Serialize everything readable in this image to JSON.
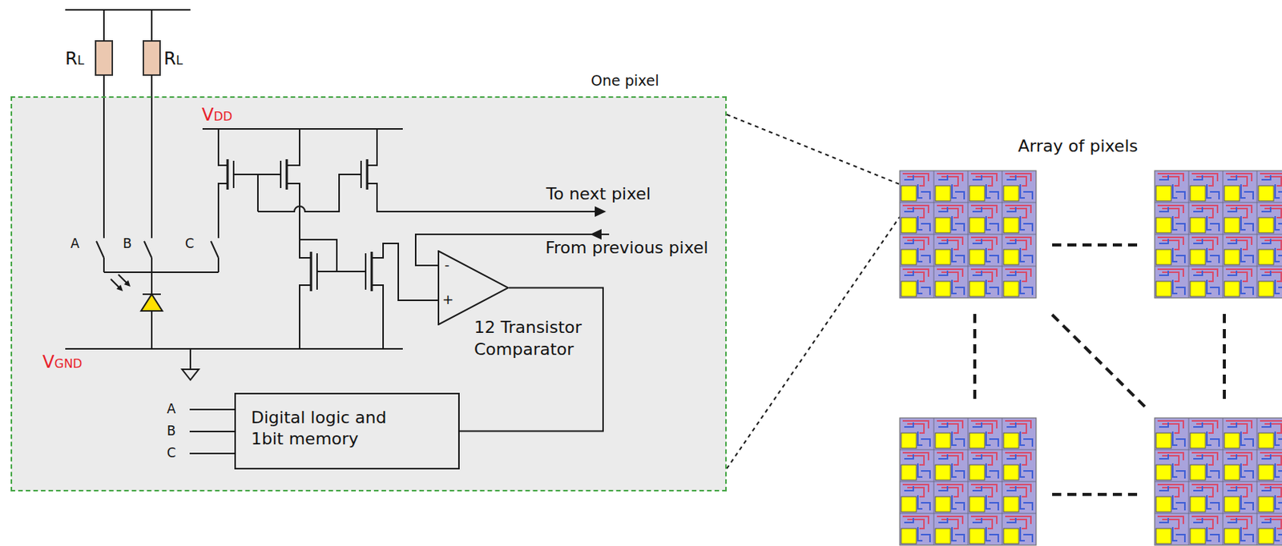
{
  "diagram": {
    "nodes": [
      {
        "text": [
          "One pixel"
        ]
      },
      {
        "text": [
          "12 Transistor Comparator"
        ],
        "in": 0
      },
      {
        "text": [
          "Digital logic and 1bit memory"
        ],
        "in": 0
      }
    ],
    "edges": [
      {
        "from": 1,
        "to": 2,
        "arrow": "none"
      }
    ],
    "labels": [
      "RL",
      "RL",
      "VDD",
      "VGND",
      "A",
      "B",
      "C",
      "To next pixel",
      "From previous pixel",
      "-",
      "+",
      "A",
      "B",
      "C",
      "Array of pixels"
    ]
  }
}
